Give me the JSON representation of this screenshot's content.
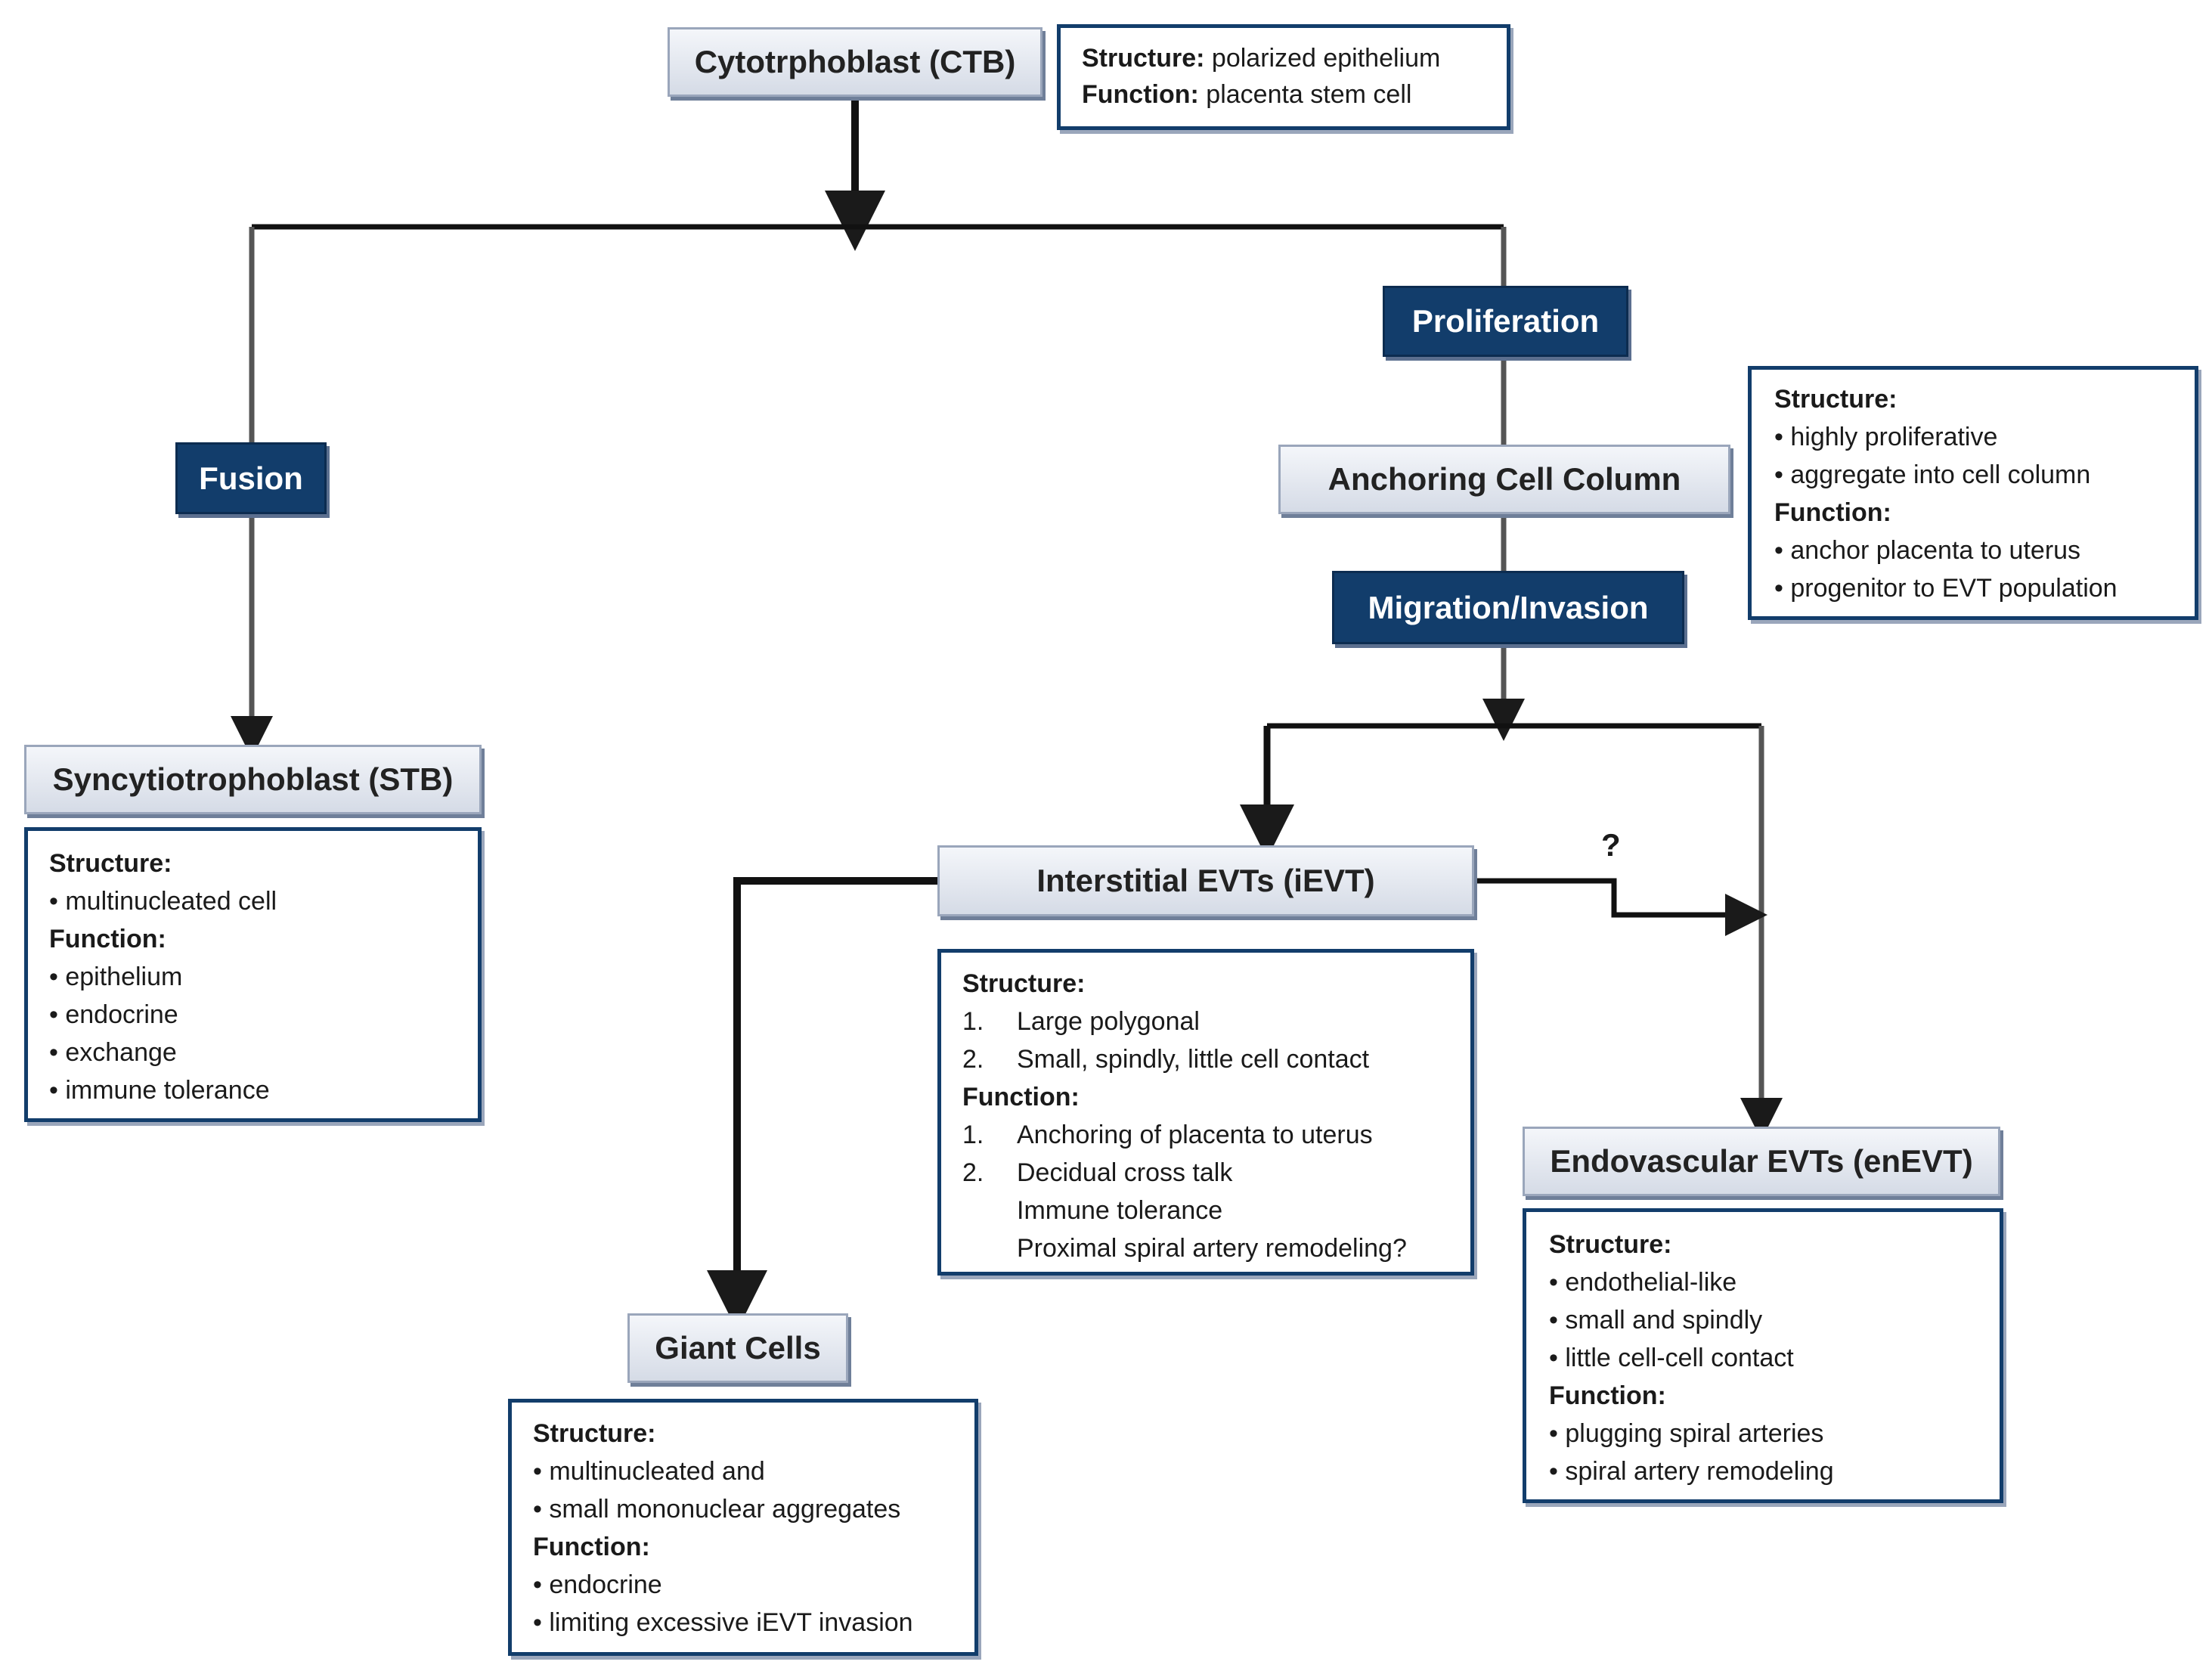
{
  "nodes": {
    "ctb": "Cytotrphoblast (CTB)",
    "fusion": "Fusion",
    "proliferation": "Proliferation",
    "anchoring": "Anchoring Cell Column",
    "migration": "Migration/Invasion",
    "stb": "Syncytiotrophoblast (STB)",
    "ievt": "Interstitial EVTs (iEVT)",
    "enevt": "Endovascular EVTs (enEVT)",
    "giant": "Giant Cells"
  },
  "question_mark": "?",
  "ctb_info": {
    "structure_label": "Structure:",
    "structure_text": "polarized epithelium",
    "function_label": "Function:",
    "function_text": "placenta stem cell"
  },
  "anchoring_info": {
    "structure_label": "Structure:",
    "structure": [
      "highly proliferative",
      "aggregate into cell column"
    ],
    "function_label": "Function:",
    "function": [
      "anchor placenta to uterus",
      "progenitor to EVT population"
    ]
  },
  "stb_info": {
    "structure_label": "Structure:",
    "structure": [
      "multinucleated cell"
    ],
    "function_label": "Function:",
    "function": [
      "epithelium",
      "endocrine",
      "exchange",
      "immune tolerance"
    ]
  },
  "ievt_info": {
    "structure_label": "Structure:",
    "structure": [
      {
        "num": "1.",
        "text": "Large polygonal"
      },
      {
        "num": "2.",
        "text": "Small, spindly, little cell contact"
      }
    ],
    "function_label": "Function:",
    "function": [
      {
        "num": "1.",
        "text": "Anchoring of placenta to uterus"
      },
      {
        "num": "2.",
        "text": "Decidual cross talk"
      }
    ],
    "function_cont": [
      "Immune tolerance",
      "Proximal spiral artery remodeling?"
    ]
  },
  "enevt_info": {
    "structure_label": "Structure:",
    "structure": [
      "endothelial-like",
      "small and spindly",
      "little cell-cell contact"
    ],
    "function_label": "Function:",
    "function": [
      "plugging spiral arteries",
      "spiral artery remodeling"
    ]
  },
  "giant_info": {
    "structure_label": "Structure:",
    "structure": [
      "multinucleated and",
      "small mononuclear aggregates"
    ],
    "function_label": "Function:",
    "function": [
      "endocrine",
      "limiting excessive iEVT invasion"
    ]
  }
}
